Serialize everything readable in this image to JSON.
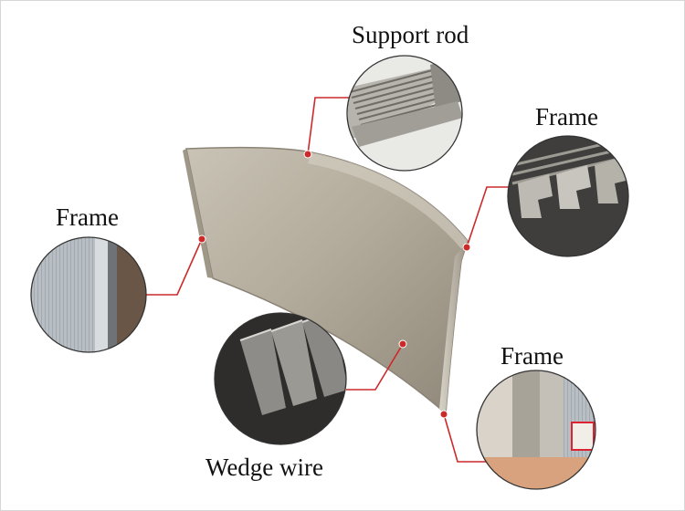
{
  "labels": {
    "support_rod": "Support rod",
    "frame_left": "Frame",
    "frame_right": "Frame",
    "frame_bottom": "Frame",
    "wedge_wire": "Wedge wire"
  },
  "panel_marking": "",
  "colors": {
    "callout_line": "#cc2a2a",
    "panel_metal": "#b9b2a4",
    "background": "#ffffff"
  }
}
